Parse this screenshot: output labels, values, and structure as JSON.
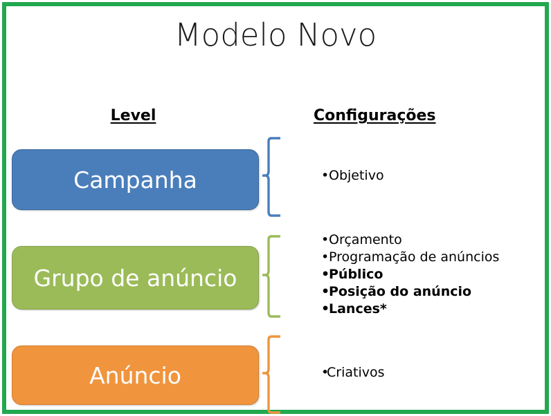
{
  "slide": {
    "title": "Modelo Novo",
    "frame_color": "#22A850",
    "background": "#ffffff"
  },
  "headers": {
    "level": "Level",
    "settings": "Configurações"
  },
  "levels": [
    {
      "id": "campaign",
      "label": "Campanha",
      "color": "#4A7EBB",
      "brace_color": "#4A7EBB",
      "settings": [
        {
          "text": "Objetivo",
          "bold": false
        }
      ]
    },
    {
      "id": "adgroup",
      "label": "Grupo de anúncio",
      "color": "#9BBB59",
      "brace_color": "#9BBB59",
      "settings": [
        {
          "text": "Orçamento",
          "bold": false
        },
        {
          "text": "Programação de anúncios",
          "bold": false
        },
        {
          "text": "Público",
          "bold": true
        },
        {
          "text": "Posição do anúncio",
          "bold": true
        },
        {
          "text": "Lances*",
          "bold": true
        }
      ]
    },
    {
      "id": "ad",
      "label": "Anúncio",
      "color": "#F0943E",
      "brace_color": "#F0943E",
      "settings": [
        {
          "text": "Criativos",
          "bold": false
        }
      ]
    }
  ],
  "icons": {
    "bullet": "•",
    "brace": "curly-brace-icon"
  }
}
